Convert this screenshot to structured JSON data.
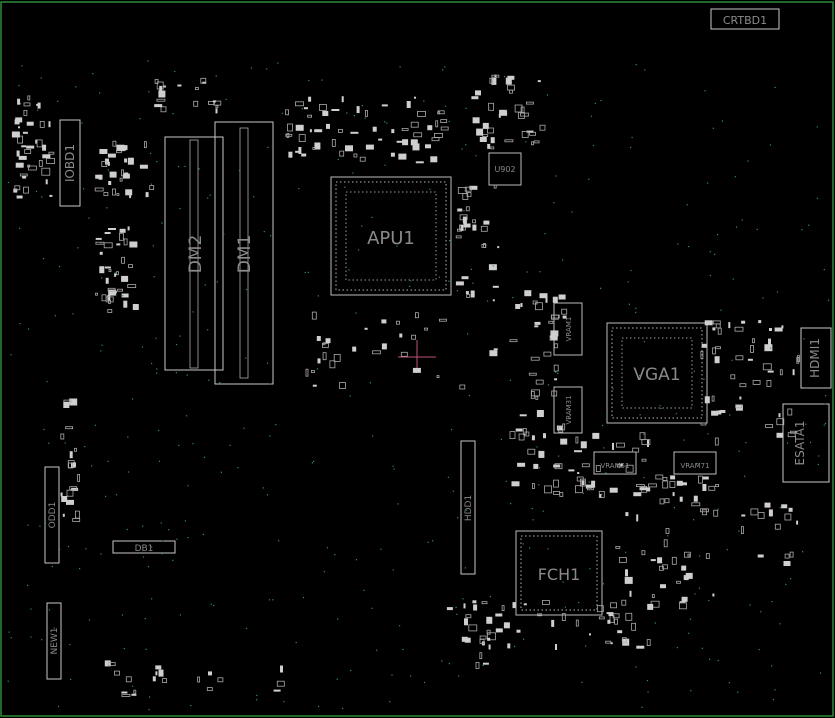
{
  "board": {
    "colors": {
      "background": "#000000",
      "silkscreen": "#c8c8c8",
      "via": "#2f8f7a",
      "label": "#8a8a8a",
      "crosshair": "#c0507a"
    },
    "components": {
      "crtbd": "CRTBD1",
      "iobd": "IOBD1",
      "dm2": "DM2",
      "dm1": "DM1",
      "apu": "APU1",
      "u902": "U902",
      "vram1": "VRAM1",
      "vram2": "VRAM31",
      "vram3": "VRAM51",
      "vram4": "VRAM71",
      "vga": "VGA1",
      "hdmi": "HDMI1",
      "esata": "ESATA1",
      "hdd": "HDD1",
      "odd": "ODD1",
      "db": "DB1",
      "fch": "FCH1",
      "new": "NEW1"
    }
  }
}
